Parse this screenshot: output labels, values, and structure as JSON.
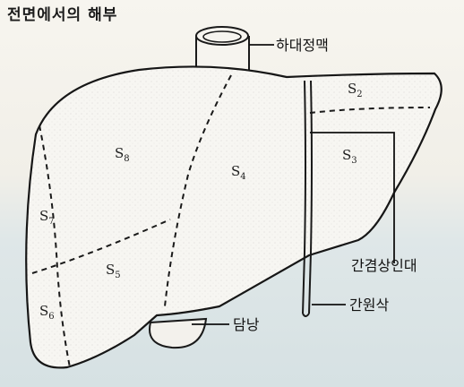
{
  "title": "전면에서의 해부",
  "segments": [
    {
      "id": "s2",
      "main": "S",
      "sub": "2"
    },
    {
      "id": "s3",
      "main": "S",
      "sub": "3"
    },
    {
      "id": "s4",
      "main": "S",
      "sub": "4"
    },
    {
      "id": "s5",
      "main": "S",
      "sub": "5"
    },
    {
      "id": "s6",
      "main": "S",
      "sub": "6"
    },
    {
      "id": "s7",
      "main": "S",
      "sub": "7"
    },
    {
      "id": "s8",
      "main": "S",
      "sub": "8"
    }
  ],
  "callouts": {
    "ivc": "하대정맥",
    "falciform": "간겸상인대",
    "round": "간원삭",
    "gallbladder": "담낭"
  }
}
